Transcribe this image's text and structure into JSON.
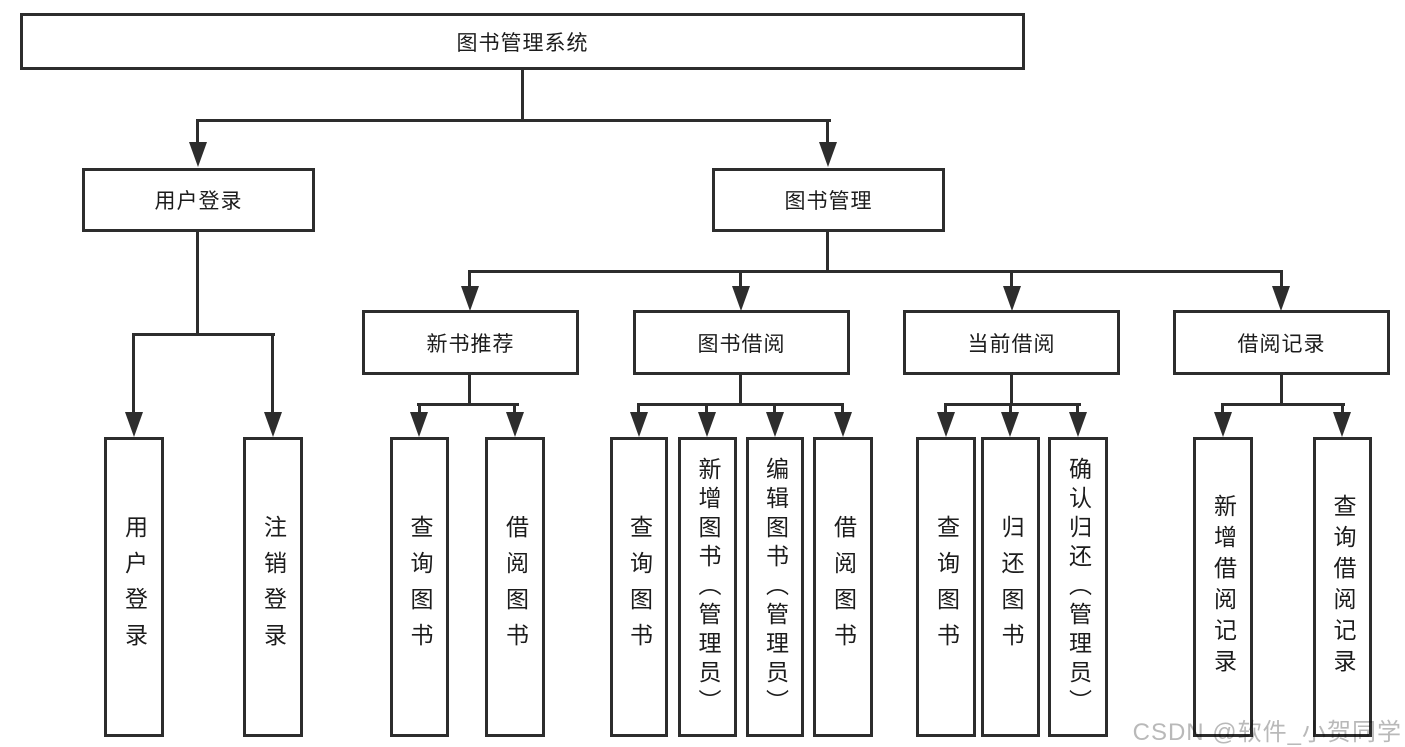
{
  "diagram": {
    "root": "图书管理系统",
    "branches": {
      "user_login": "用户登录",
      "book_management": "图书管理"
    },
    "modules": {
      "new_book_recommend": "新书推荐",
      "book_borrowing": "图书借阅",
      "current_borrowing": "当前借阅",
      "borrowing_records": "借阅记录"
    },
    "leaves": {
      "user_login": "用户登录",
      "logout_login": "注销登录",
      "nbr_query_books": "查询图书",
      "nbr_borrow_books": "借阅图书",
      "bb_query_books": "查询图书",
      "bb_add_books_admin": "新增图书（管理员）",
      "bb_edit_books_admin": "编辑图书（管理员）",
      "bb_borrow_books": "借阅图书",
      "cb_query_books": "查询图书",
      "cb_return_books": "归还图书",
      "cb_confirm_return_admin": "确认归还（管理员）",
      "br_add_record": "新增借阅记录",
      "br_query_record": "查询借阅记录"
    },
    "watermark": "CSDN @软件_小贺同学"
  },
  "colors": {
    "line": "#2d2d2d",
    "text": "#1c1c1c",
    "watermark": "#b9b9b9",
    "background": "#ffffff"
  }
}
